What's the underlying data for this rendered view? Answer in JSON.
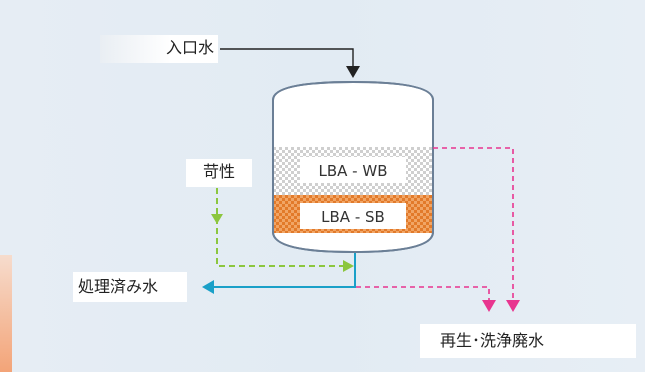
{
  "labels": {
    "inlet_water": "入口水",
    "caustic": "苛性",
    "treated_water": "処理済み水",
    "regen_waste_water": "再生･洗浄廃水"
  },
  "resin_layers": {
    "upper": "LBA - WB",
    "lower": "LBA - SB"
  },
  "colors": {
    "inlet_line": "#222222",
    "caustic_line": "#8cc63e",
    "treated_line": "#1aa0c8",
    "waste_line": "#e8358f",
    "lower_layer_fill": "#e8833a",
    "upper_layer_fill": "#cfcfcf"
  }
}
